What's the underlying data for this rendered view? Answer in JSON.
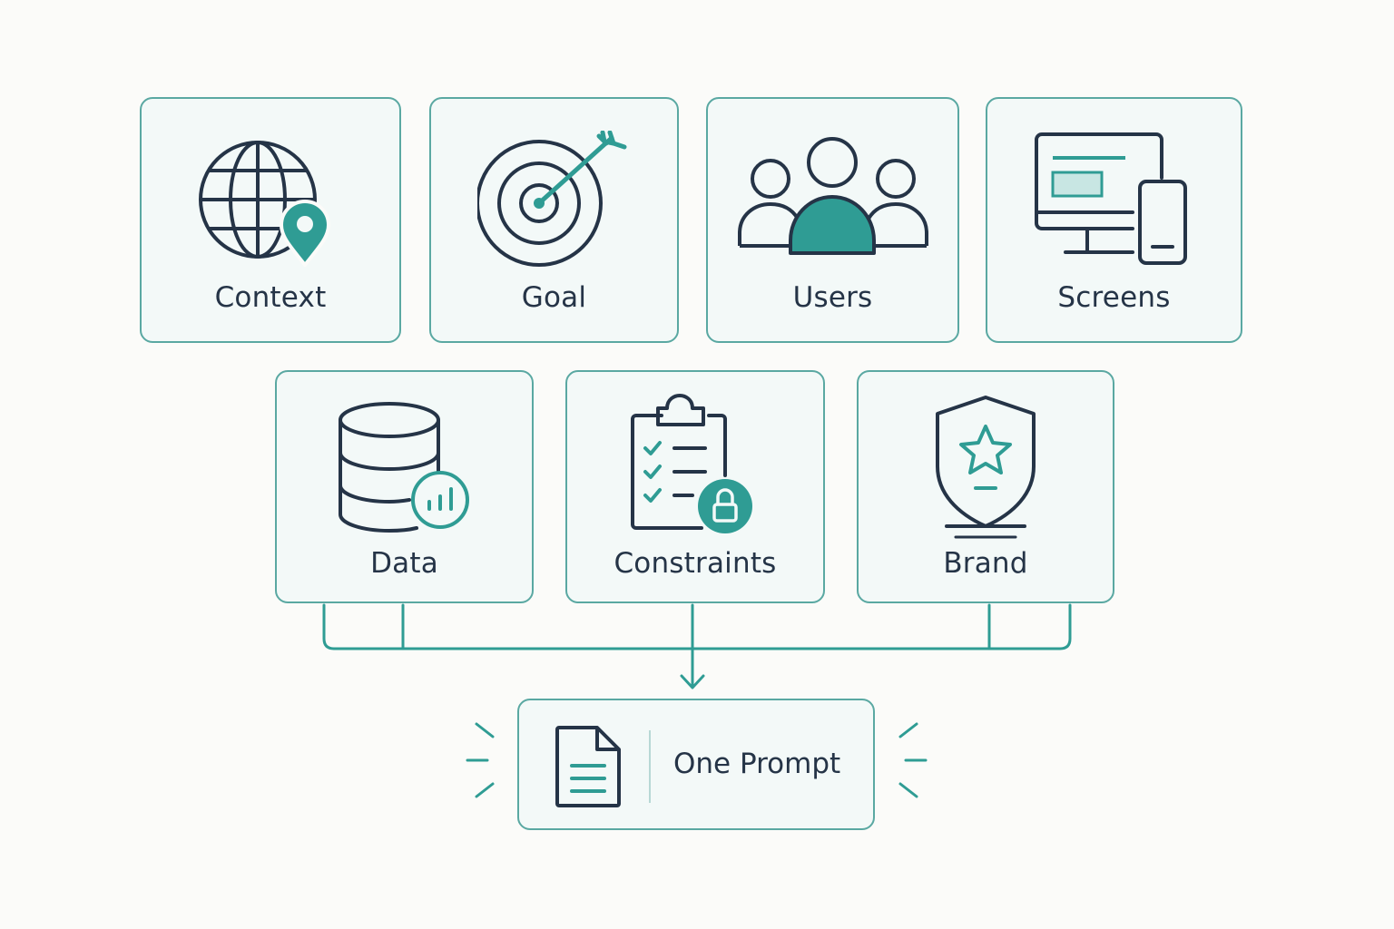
{
  "colors": {
    "accent": "#2f9c94",
    "border": "#5aa8a2",
    "ink": "#253447",
    "card_fill": "#f3f9f8",
    "background": "#fbfbf9"
  },
  "cards": [
    {
      "label": "Context",
      "icon": "globe-location-icon"
    },
    {
      "label": "Goal",
      "icon": "target-arrow-icon"
    },
    {
      "label": "Users",
      "icon": "users-group-icon"
    },
    {
      "label": "Screens",
      "icon": "desktop-mobile-icon"
    },
    {
      "label": "Data",
      "icon": "database-chart-icon"
    },
    {
      "label": "Constraints",
      "icon": "clipboard-lock-icon"
    },
    {
      "label": "Brand",
      "icon": "shield-star-icon"
    }
  ],
  "output": {
    "label": "One Prompt",
    "icon": "document-icon"
  }
}
